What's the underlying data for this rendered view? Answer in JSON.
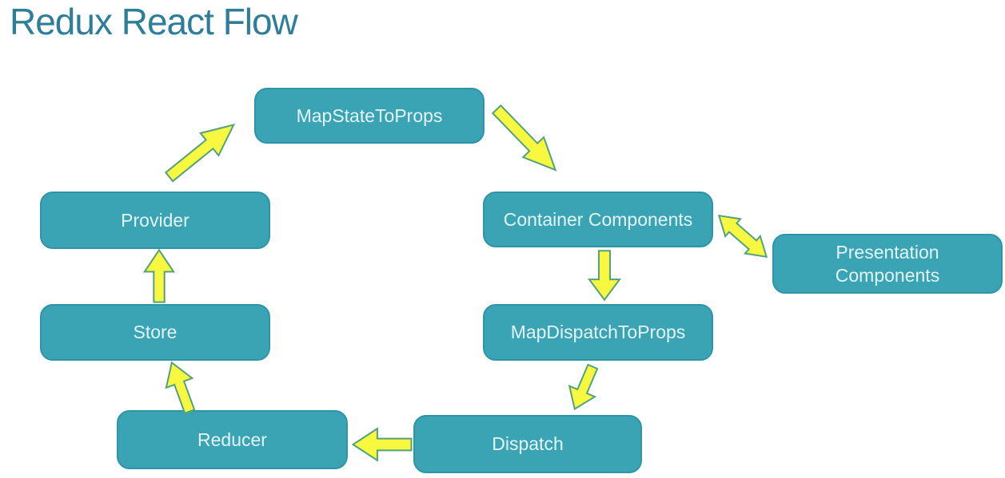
{
  "title": "Redux React Flow",
  "colors": {
    "background": "#ffffff",
    "box_fill": "#3aa3b4",
    "box_border": "#2e95a8",
    "box_text": "#e3f5f7",
    "title_color": "#2e7d99",
    "arrow_fill": "#f8f841",
    "arrow_stroke": "#54a17d"
  },
  "diagram": {
    "type": "flow-cycle",
    "nodes": [
      {
        "id": "map-state-to-props",
        "label": "MapStateToProps"
      },
      {
        "id": "provider",
        "label": "Provider"
      },
      {
        "id": "container-components",
        "label": "Container Components"
      },
      {
        "id": "presentation-components",
        "label": "Presentation Components"
      },
      {
        "id": "store",
        "label": "Store"
      },
      {
        "id": "map-dispatch-to-props",
        "label": "MapDispatchToProps"
      },
      {
        "id": "reducer",
        "label": "Reducer"
      },
      {
        "id": "dispatch",
        "label": "Dispatch"
      }
    ],
    "edges": [
      {
        "from": "provider",
        "to": "map-state-to-props",
        "direction": "one-way"
      },
      {
        "from": "map-state-to-props",
        "to": "container-components",
        "direction": "one-way"
      },
      {
        "from": "container-components",
        "to": "presentation-components",
        "direction": "two-way"
      },
      {
        "from": "container-components",
        "to": "map-dispatch-to-props",
        "direction": "one-way"
      },
      {
        "from": "map-dispatch-to-props",
        "to": "dispatch",
        "direction": "one-way"
      },
      {
        "from": "dispatch",
        "to": "reducer",
        "direction": "one-way"
      },
      {
        "from": "reducer",
        "to": "store",
        "direction": "one-way"
      },
      {
        "from": "store",
        "to": "provider",
        "direction": "one-way"
      }
    ]
  }
}
